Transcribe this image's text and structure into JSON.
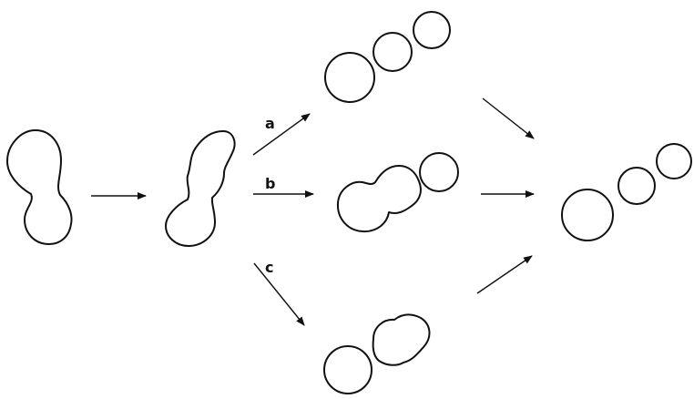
{
  "colors": {
    "ink": "#111111",
    "background": "#ffffff"
  },
  "labels": {
    "path_a": "a",
    "path_b": "b",
    "path_c": "c"
  }
}
